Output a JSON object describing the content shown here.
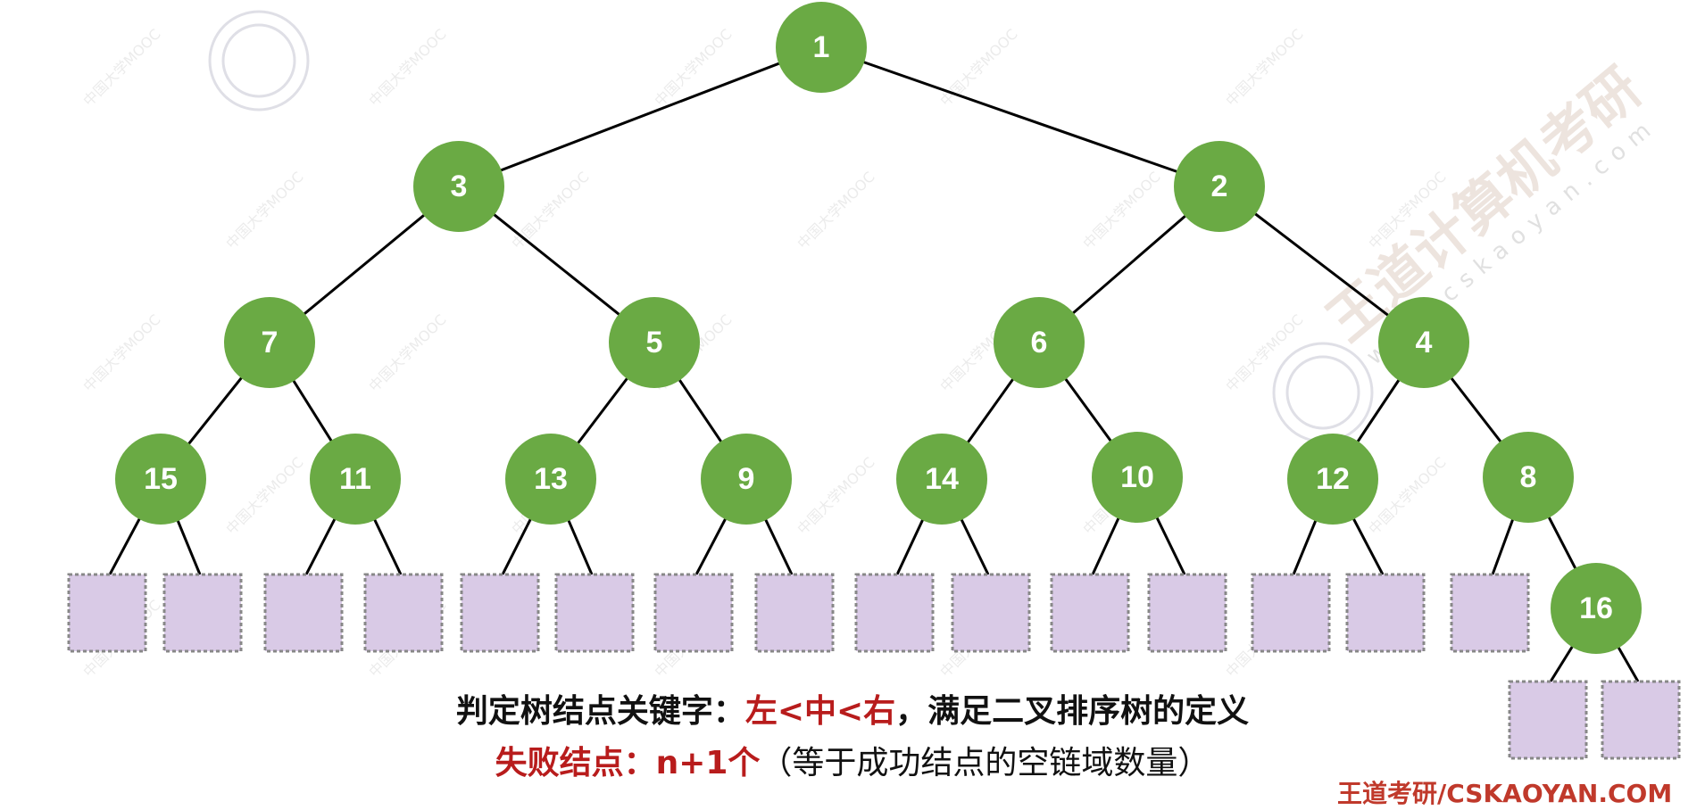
{
  "diagram": {
    "nodes": [
      {
        "id": "n1",
        "label": "1"
      },
      {
        "id": "n3",
        "label": "3"
      },
      {
        "id": "n2",
        "label": "2"
      },
      {
        "id": "n7",
        "label": "7"
      },
      {
        "id": "n5",
        "label": "5"
      },
      {
        "id": "n6",
        "label": "6"
      },
      {
        "id": "n4",
        "label": "4"
      },
      {
        "id": "n15",
        "label": "15"
      },
      {
        "id": "n11",
        "label": "11"
      },
      {
        "id": "n13",
        "label": "13"
      },
      {
        "id": "n9",
        "label": "9"
      },
      {
        "id": "n14",
        "label": "14"
      },
      {
        "id": "n10",
        "label": "10"
      },
      {
        "id": "n12",
        "label": "12"
      },
      {
        "id": "n8",
        "label": "8"
      },
      {
        "id": "n16",
        "label": "16"
      }
    ],
    "edges": [
      [
        "n1",
        "n3"
      ],
      [
        "n1",
        "n2"
      ],
      [
        "n3",
        "n7"
      ],
      [
        "n3",
        "n5"
      ],
      [
        "n2",
        "n6"
      ],
      [
        "n2",
        "n4"
      ],
      [
        "n7",
        "n15"
      ],
      [
        "n7",
        "n11"
      ],
      [
        "n5",
        "n13"
      ],
      [
        "n5",
        "n9"
      ],
      [
        "n6",
        "n14"
      ],
      [
        "n6",
        "n10"
      ],
      [
        "n4",
        "n12"
      ],
      [
        "n4",
        "n8"
      ],
      [
        "n8",
        "n16"
      ]
    ],
    "failure_node_count": 17,
    "colors": {
      "node": "#6aaa44",
      "node_text": "#ffffff",
      "failure_fill": "#d9cae6",
      "failure_border": "#888888",
      "edge": "#000000",
      "highlight": "#b81c1c"
    }
  },
  "caption": {
    "line1_prefix": "判定树结点关键字：",
    "line1_highlight": "左<中<右",
    "line1_suffix": "，满足二叉排序树的定义",
    "line2_highlight": "失败结点：n+1个",
    "line2_suffix": "（等于成功结点的空链域数量）"
  },
  "footer_mark": "王道考研/CSKAOYAN.COM",
  "watermarks": {
    "repeated_text": "中国大学MOOC",
    "brand": "王道计算机考研",
    "url": "www.cskaoyan.com"
  }
}
